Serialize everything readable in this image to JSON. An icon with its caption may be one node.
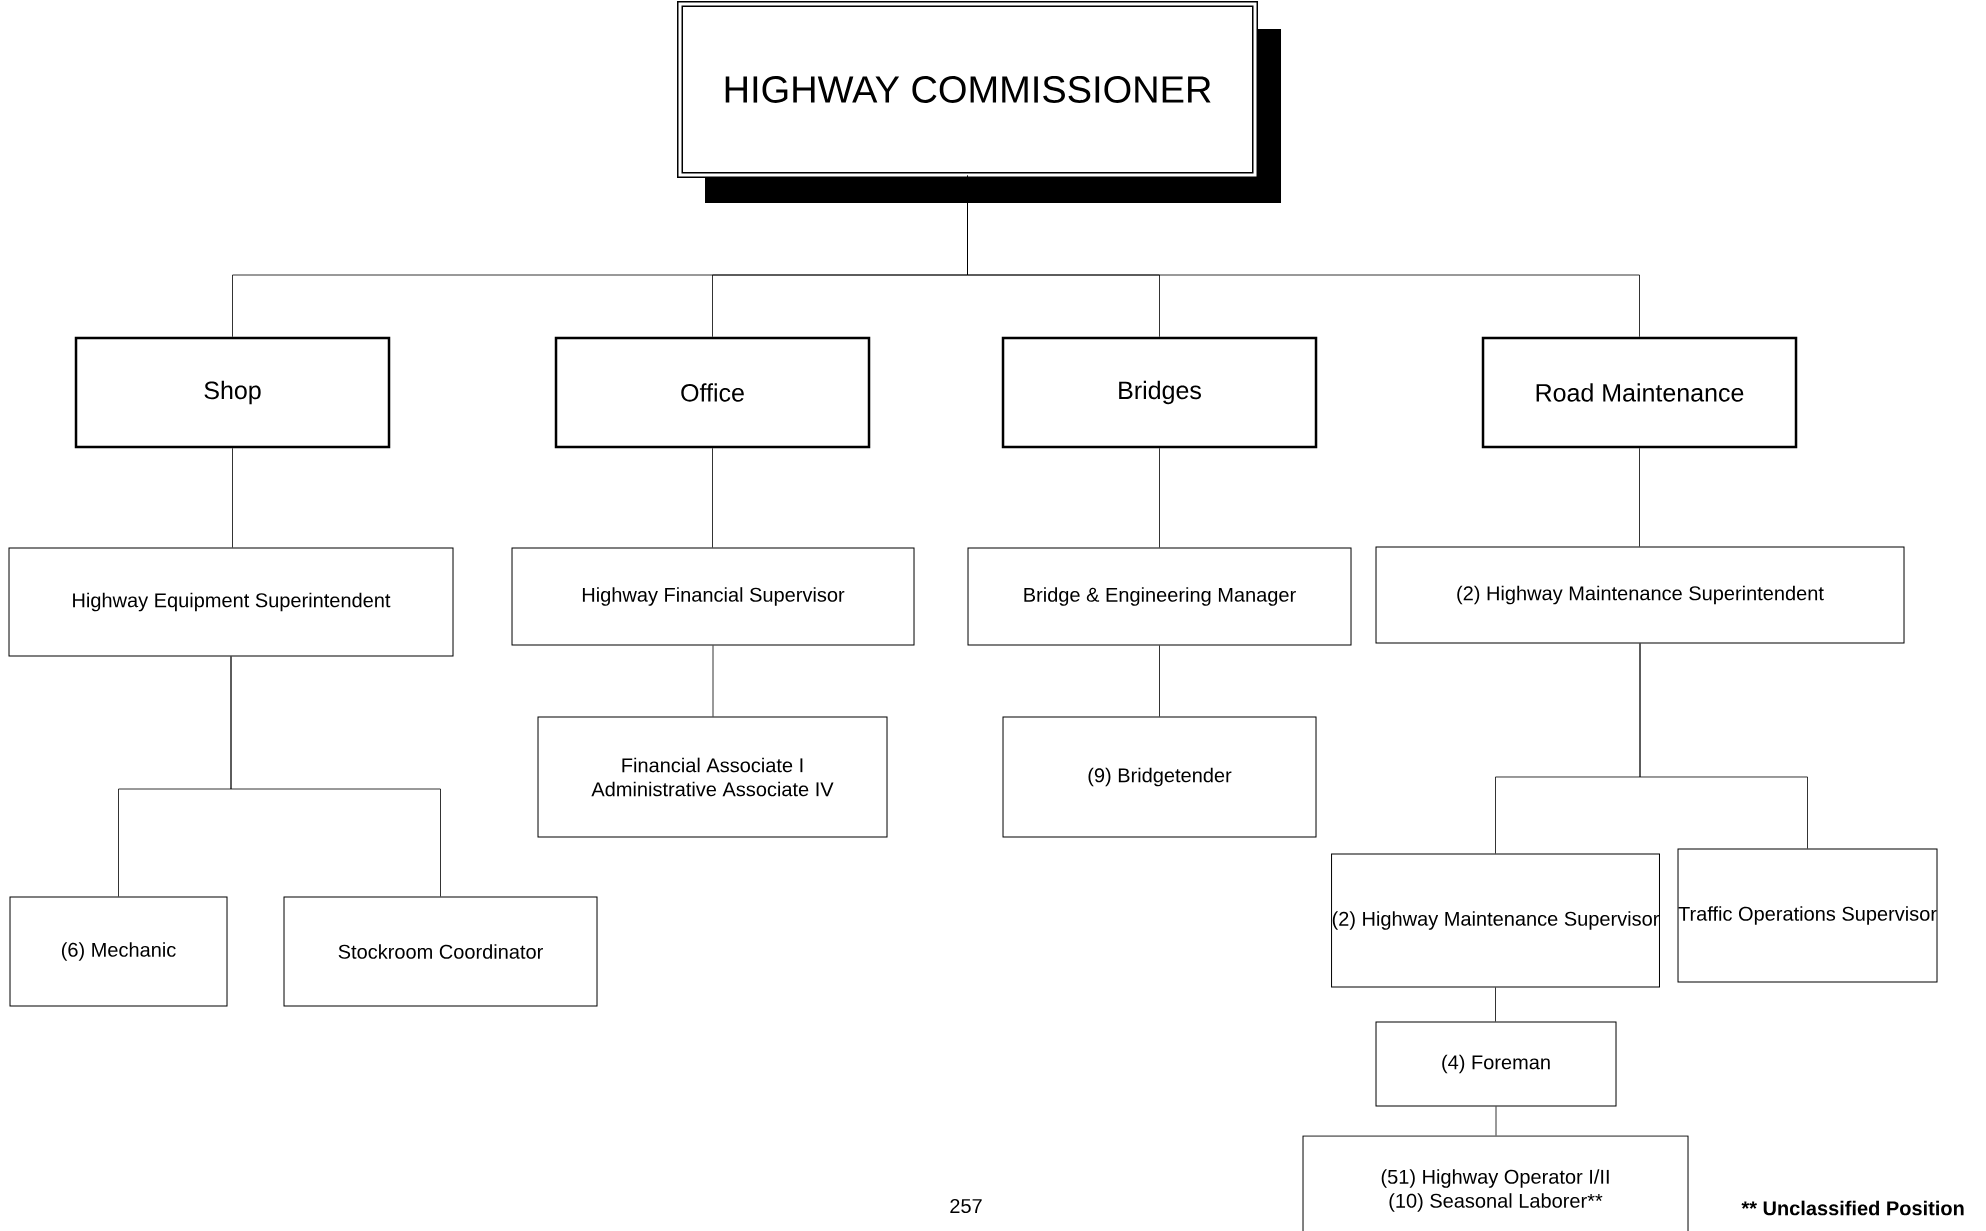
{
  "diagram": {
    "nodes": [
      {
        "text": [
          "HIGHWAY COMMISSIONER"
        ]
      },
      {
        "text": [
          "Shop"
        ]
      },
      {
        "text": [
          "Office"
        ]
      },
      {
        "text": [
          "Bridges"
        ]
      },
      {
        "text": [
          "Road Maintenance"
        ]
      },
      {
        "text": [
          "Highway Equipment Superintendent"
        ]
      },
      {
        "text": [
          "Highway Financial Supervisor"
        ]
      },
      {
        "text": [
          "Bridge & Engineering Manager"
        ]
      },
      {
        "text": [
          "(2) Highway Maintenance Superintendent"
        ]
      },
      {
        "text": [
          "Financial Associate I",
          "Administrative Associate IV"
        ]
      },
      {
        "text": [
          "(9) Bridgetender"
        ]
      },
      {
        "text": [
          "(6) Mechanic"
        ]
      },
      {
        "text": [
          "Stockroom Coordinator"
        ]
      },
      {
        "text": [
          "(2) Highway Maintenance Supervisor"
        ]
      },
      {
        "text": [
          "Traffic Operations Supervisor"
        ]
      },
      {
        "text": [
          "(4) Foreman"
        ]
      },
      {
        "text": [
          "(51) Highway Operator I/II",
          "(10) Seasonal Laborer**"
        ]
      }
    ],
    "edges": [
      {
        "from": 0,
        "to": 1,
        "arrow": "none"
      },
      {
        "from": 0,
        "to": 2,
        "arrow": "none"
      },
      {
        "from": 0,
        "to": 3,
        "arrow": "none"
      },
      {
        "from": 0,
        "to": 4,
        "arrow": "none"
      },
      {
        "from": 1,
        "to": 5,
        "arrow": "none"
      },
      {
        "from": 2,
        "to": 6,
        "arrow": "none"
      },
      {
        "from": 3,
        "to": 7,
        "arrow": "none"
      },
      {
        "from": 4,
        "to": 8,
        "arrow": "none"
      },
      {
        "from": 6,
        "to": 9,
        "arrow": "none"
      },
      {
        "from": 7,
        "to": 10,
        "arrow": "none"
      },
      {
        "from": 5,
        "to": 11,
        "arrow": "none"
      },
      {
        "from": 5,
        "to": 12,
        "arrow": "none"
      },
      {
        "from": 8,
        "to": 13,
        "arrow": "none"
      },
      {
        "from": 8,
        "to": 14,
        "arrow": "none"
      },
      {
        "from": 13,
        "to": 15,
        "arrow": "none"
      },
      {
        "from": 15,
        "to": 16,
        "arrow": "none"
      }
    ],
    "labels": [
      "257",
      "** Unclassified Position"
    ]
  }
}
